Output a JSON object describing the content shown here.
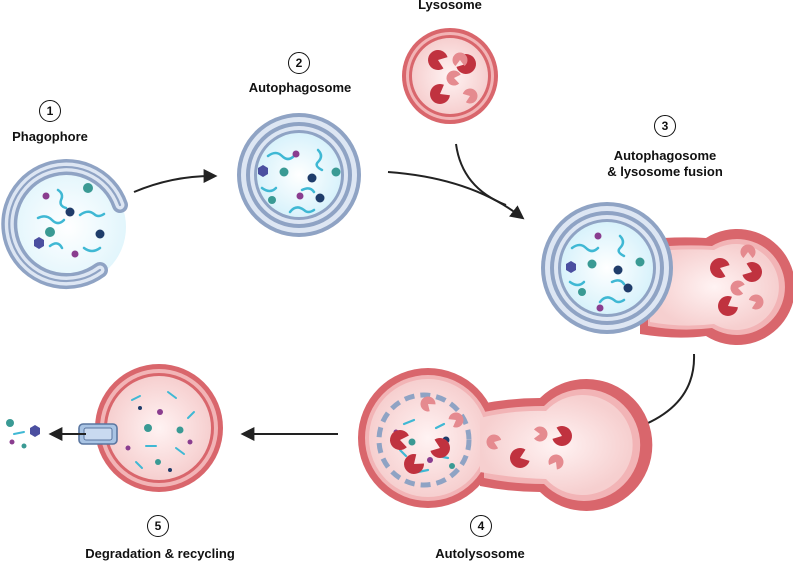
{
  "steps": [
    {
      "number": "1",
      "label": "Phagophore"
    },
    {
      "number": "2",
      "label": "Autophagosome"
    },
    {
      "number": "3",
      "label": "Autophagosome\n& lysosome fusion"
    },
    {
      "number": "4",
      "label": "Autolysosome"
    },
    {
      "number": "5",
      "label": "Degradation & recycling"
    }
  ],
  "lysosome_label": "Lysosome",
  "colors": {
    "autophagosome_membrane": "#8fa3c4",
    "lysosome_membrane": "#d9666c",
    "lysosome_fill": "#f9d9d9",
    "cargo_protein": "#3fb8d4",
    "enzyme_dark": "#c0323f",
    "enzyme_light": "#e58a8f",
    "arrow": "#222222"
  },
  "icons": [
    "phagophore-icon",
    "autophagosome-icon",
    "lysosome-icon",
    "fusion-icon",
    "autolysosome-icon",
    "degradation-cell-icon",
    "pore-icon"
  ]
}
